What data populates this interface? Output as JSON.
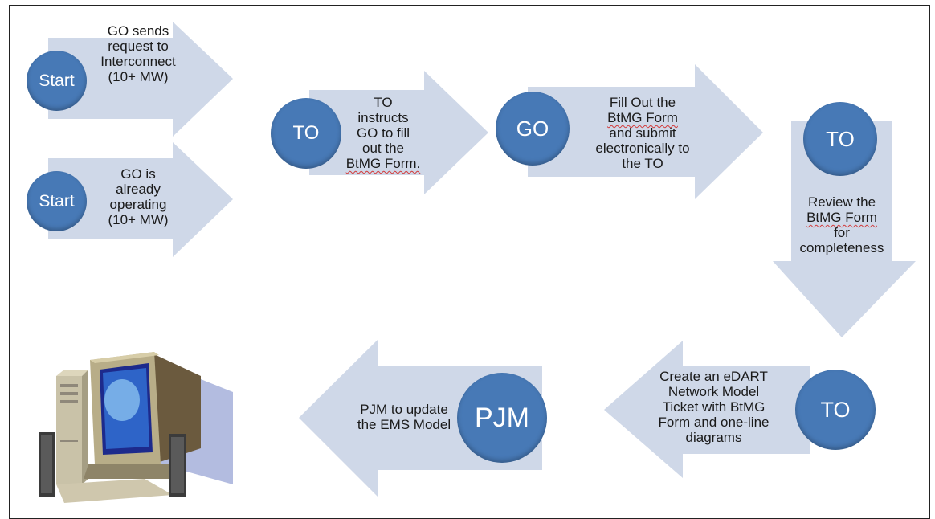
{
  "steps": {
    "start1": {
      "badge": "Start",
      "lines": [
        "GO sends",
        "request to",
        "Interconnect",
        "(10+ MW)"
      ]
    },
    "start2": {
      "badge": "Start",
      "lines": [
        "GO is",
        "already",
        "operating",
        "(10+ MW)"
      ]
    },
    "to_instructs": {
      "badge": "TO",
      "lines": [
        "TO",
        "instructs",
        "GO to fill",
        "out the",
        "BtMG Form."
      ]
    },
    "go_fill": {
      "badge": "GO",
      "lines": [
        "Fill Out the",
        "BtMG Form",
        "and submit",
        "electronically to",
        "the TO"
      ]
    },
    "to_review": {
      "badge": "TO",
      "lines": [
        "Review the",
        "BtMG Form",
        "for",
        "completeness"
      ]
    },
    "to_create": {
      "badge": "TO",
      "lines": [
        "Create an eDART",
        "Network Model",
        "Ticket with BtMG",
        "Form and one-line",
        "diagrams"
      ]
    },
    "pjm_update": {
      "badge": "PJM",
      "lines": [
        "PJM  to update",
        "the EMS Model"
      ]
    }
  },
  "colors": {
    "arrow_fill": "#cfd8e8",
    "badge_fill": "#4779b6",
    "badge_text": "#ffffff",
    "spell_underline": "#d23a3a"
  },
  "icons": {
    "computer": "computer-icon"
  }
}
